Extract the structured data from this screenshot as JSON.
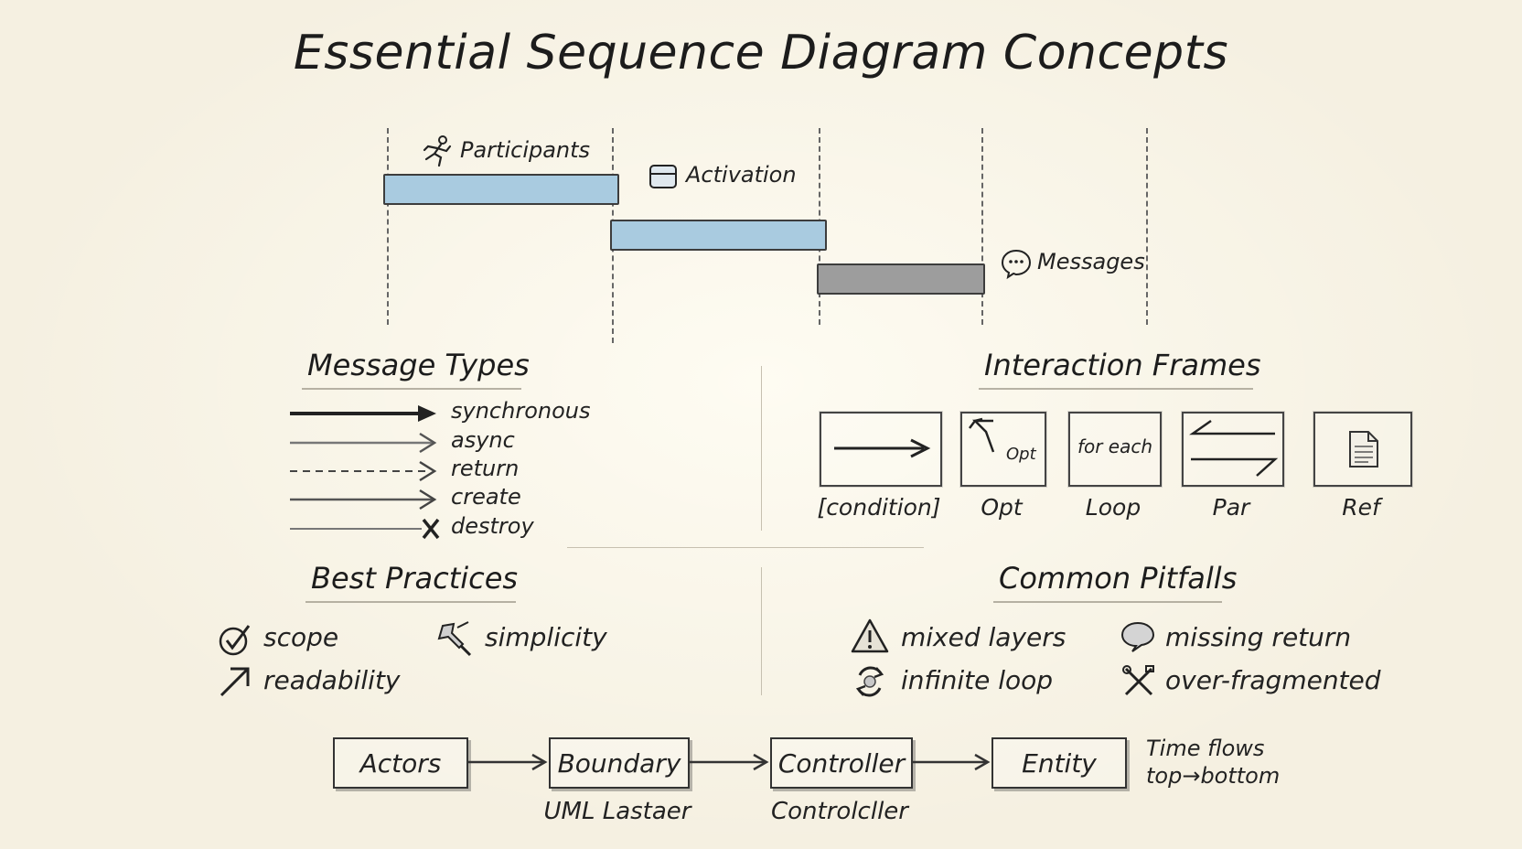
{
  "title": "Essential Sequence Diagram Concepts",
  "timeline": {
    "participants_label": "Participants",
    "activation_label": "Activation",
    "messages_label": "Messages",
    "icons": {
      "participants": "running-person-icon",
      "activation": "box-icon",
      "messages": "speech-bubble-icon"
    },
    "colors": {
      "bar_blue": "#a9cbe0",
      "bar_grey": "#9d9d9d"
    }
  },
  "message_types": {
    "title": "Message Types",
    "items": [
      {
        "label": "synchronous",
        "style": "solid-filled-arrow"
      },
      {
        "label": "async",
        "style": "open-arrow"
      },
      {
        "label": "return",
        "style": "dashed-arrow"
      },
      {
        "label": "create",
        "style": "solid-arrow"
      },
      {
        "label": "destroy",
        "style": "x-terminator"
      }
    ]
  },
  "interaction_frames": {
    "title": "Interaction Frames",
    "frames": [
      {
        "caption": "[condition]",
        "inner": ""
      },
      {
        "caption": "Opt",
        "inner": "Opt"
      },
      {
        "caption": "Loop",
        "inner": "for each"
      },
      {
        "caption": "Par",
        "inner": ""
      },
      {
        "caption": "Ref",
        "inner": ""
      }
    ]
  },
  "best_practices": {
    "title": "Best Practices",
    "items": [
      {
        "label": "scope",
        "icon": "target-check-icon"
      },
      {
        "label": "simplicity",
        "icon": "broken-wrench-icon"
      },
      {
        "label": "readability",
        "icon": "arrow-up-right-icon"
      }
    ]
  },
  "common_pitfalls": {
    "title": "Common Pitfalls",
    "items": [
      {
        "label": "mixed layers",
        "icon": "warning-icon"
      },
      {
        "label": "missing return",
        "icon": "speech-bubble-icon"
      },
      {
        "label": "infinite loop",
        "icon": "loop-icon"
      },
      {
        "label": "over-fragmented",
        "icon": "crossed-tools-icon"
      }
    ]
  },
  "flow": {
    "boxes": [
      "Actors",
      "Boundary",
      "Controller",
      "Entity"
    ],
    "sublabels": {
      "boundary": "UML Lastaer",
      "controller": "Controlcller"
    },
    "note_line1": "Time flows",
    "note_line2": "top→bottom"
  }
}
